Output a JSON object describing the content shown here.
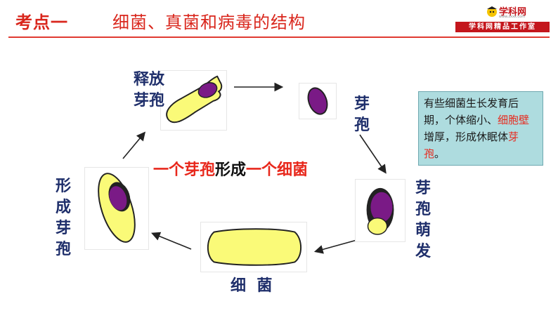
{
  "header": {
    "section": "考点一",
    "title": "细菌、真菌和病毒的结构"
  },
  "logo": {
    "site": "学科网",
    "url": "www.zxxk.com",
    "studio": "学科网精品工作室"
  },
  "labels": {
    "release_spore": [
      "释放",
      "芽孢"
    ],
    "spore": [
      "芽",
      "孢"
    ],
    "germination": [
      "芽",
      "孢",
      "萌",
      "发"
    ],
    "bacteria": "细  菌",
    "forming_spore": [
      "形",
      "成",
      "芽",
      "孢"
    ]
  },
  "center": {
    "part1": "一个芽孢",
    "part2": "形成",
    "part3": "一个细菌"
  },
  "note": {
    "line1": "有些细菌生长发育后期，个体缩小、",
    "highlight1": "细胞壁",
    "line2": "增厚，形成休眠体",
    "highlight2": "芽孢",
    "line3": "。"
  },
  "colors": {
    "title_red": "#d9261c",
    "label_blue": "#1f2f6b",
    "cell_yellow": "#fafa78",
    "spore_purple": "#7a1a86",
    "note_bg": "#aedcdf"
  }
}
